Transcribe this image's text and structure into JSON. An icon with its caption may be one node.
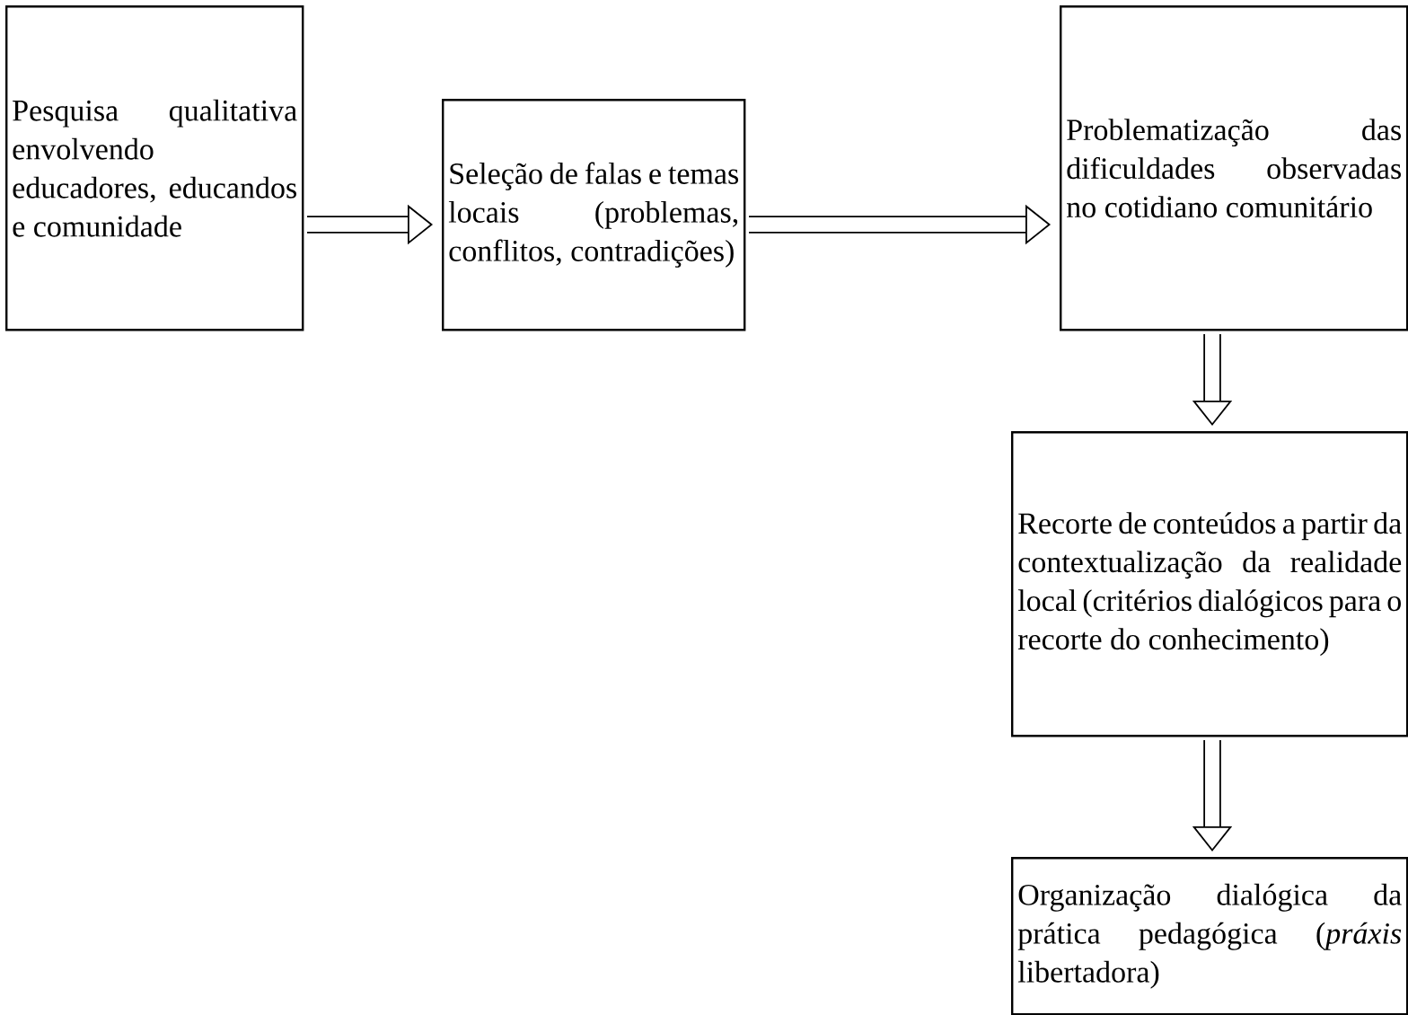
{
  "diagram": {
    "nodes": [
      {
        "text": [
          "Pesquisa qualitativa envolvendo educadores, educandos e comunidade"
        ]
      },
      {
        "text": [
          "Seleção de falas e temas locais (problemas, conflitos, contradições)"
        ]
      },
      {
        "text": [
          "Problematização das dificuldades observadas no cotidiano comunitário"
        ]
      },
      {
        "text": [
          "Recorte de conteúdos a partir da contextualização da realidade local (critérios dialógicos para o recorte do conhecimento)"
        ]
      },
      {
        "text": [
          "Organização dialógica da prática pedagógica (*práxis* libertadora)"
        ]
      }
    ],
    "edges": [
      {
        "from": 0,
        "to": 1,
        "arrow": "to"
      },
      {
        "from": 1,
        "to": 2,
        "arrow": "to"
      },
      {
        "from": 2,
        "to": 3,
        "arrow": "to"
      },
      {
        "from": 3,
        "to": 4,
        "arrow": "to"
      }
    ]
  }
}
